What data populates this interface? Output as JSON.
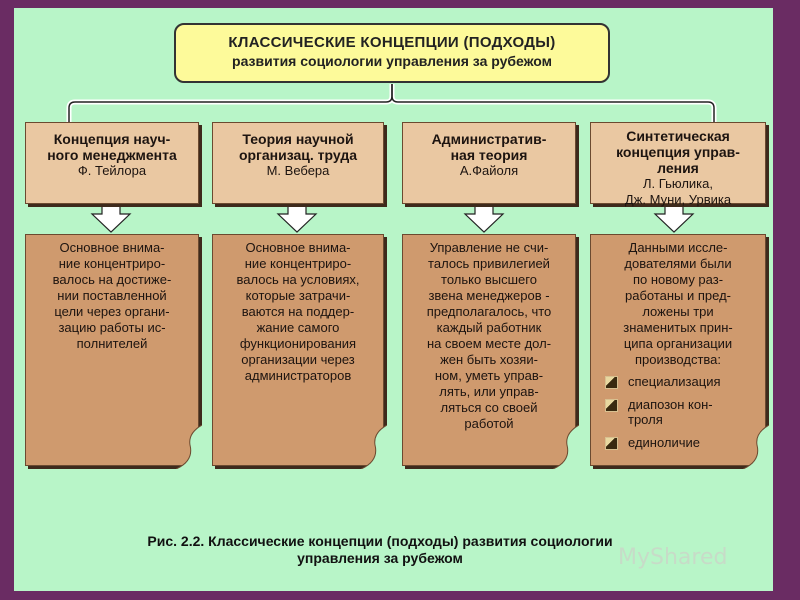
{
  "title": {
    "line1": "КЛАССИЧЕСКИЕ КОНЦЕПЦИИ (ПОДХОДЫ)",
    "line2": "развития социологии управления за рубежом"
  },
  "columns": [
    {
      "heading": "Концепция науч-\nного менеджмента",
      "author": "Ф. Тейлора",
      "body": "Основное внима-\nние концентриро-\nвалось на достиже-\nнии поставленной\nцели через органи-\nзацию работы ис-\nполнителей"
    },
    {
      "heading": "Теория научной\nорганизац. труда",
      "author": "М. Вебера",
      "body": "Основное внима-\nние концентриро-\nвалось на условиях,\nкоторые затрачи-\nваются на поддер-\nжание самого\nфункционирования\nорганизации через\nадминистраторов"
    },
    {
      "heading": "Административ-\nная теория",
      "author": "А.Файоля",
      "body": "Управление не счи-\nталось привилегией\nтолько высшего\nзвена менеджеров -\nпредполагалось, что\nкаждый работник\nна своем месте дол-\nжен быть хозяи-\nном, уметь управ-\nлять, или управ-\nляться со своей\nработой"
    },
    {
      "heading": "Синтетическая\nконцепция управ-\nления",
      "author": "Л. Гьюлика,\nДж. Муни, Урвика",
      "body": "Данными иссле-\nдователями были\nпо новому раз-\nработаны и пред-\nложены три\nзнаменитых прин-\nципа организации\nпроизводства:",
      "bullets": [
        "специализация",
        "диапозон кон-\nтроля",
        "единоличие"
      ]
    }
  ],
  "caption": "Рис. 2.2. Классические концепции (подходы) развития социологии\nуправления за рубежом",
  "watermark": "MyShared",
  "colors": {
    "frame": "#6a2c63",
    "background": "#b8f5c8",
    "title_fill": "#fdfa9a",
    "heading_fill": "#eac8a2",
    "body_fill": "#cf9a6e"
  }
}
